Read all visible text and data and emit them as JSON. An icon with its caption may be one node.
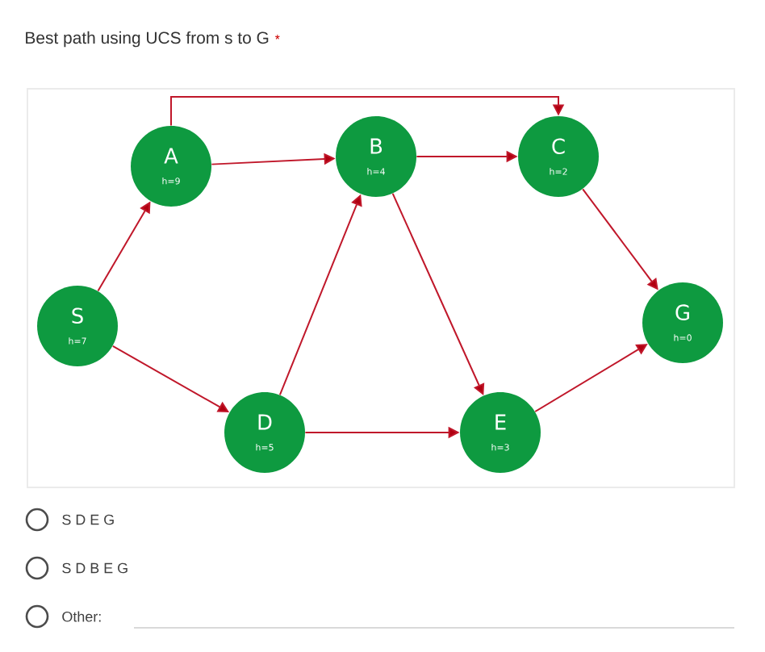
{
  "diagram": {
    "title": "Best path using UCS from s to G",
    "nodes": [
      {
        "text": [
          "S",
          "h=7"
        ]
      },
      {
        "text": [
          "A",
          "h=9"
        ]
      },
      {
        "text": [
          "B",
          "h=4"
        ]
      },
      {
        "text": [
          "C",
          "h=2"
        ]
      },
      {
        "text": [
          "D",
          "h=5"
        ]
      },
      {
        "text": [
          "E",
          "h=3"
        ]
      },
      {
        "text": [
          "G",
          "h=0"
        ]
      }
    ],
    "edges": [
      {
        "from": 0,
        "to": 1,
        "arrow": "to"
      },
      {
        "from": 0,
        "to": 4,
        "arrow": "to"
      },
      {
        "from": 1,
        "to": 2,
        "arrow": "to"
      },
      {
        "from": 1,
        "to": 3,
        "arrow": "to"
      },
      {
        "from": 2,
        "to": 3,
        "arrow": "to"
      },
      {
        "from": 3,
        "to": 6,
        "arrow": "to"
      },
      {
        "from": 4,
        "to": 2,
        "arrow": "to"
      },
      {
        "from": 2,
        "to": 5,
        "arrow": "to"
      },
      {
        "from": 4,
        "to": 5,
        "arrow": "to"
      },
      {
        "from": 5,
        "to": 6,
        "arrow": "to"
      }
    ],
    "labels": [
      "*",
      "S D E G",
      "S D B E G",
      "Other:"
    ]
  }
}
